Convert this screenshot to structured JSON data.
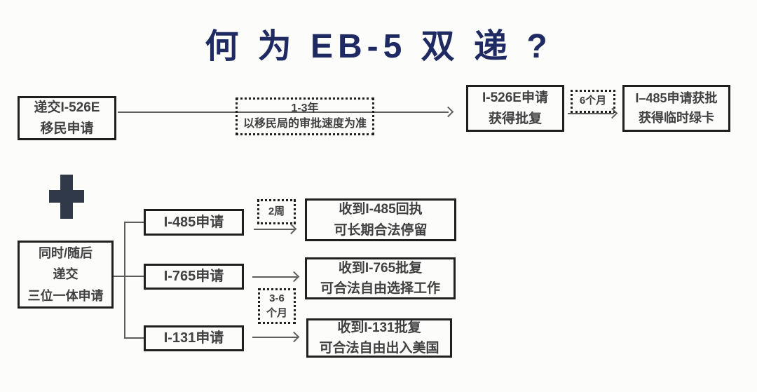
{
  "title": "何 为 EB-5 双 递 ?",
  "colors": {
    "title_navy": "#1f2a63",
    "box_border": "#1f1f1f",
    "box_text": "#404040",
    "arrow_line": "#5e5e5e",
    "plus_sign": "#30394a",
    "background": "#fcfcfb"
  },
  "top_flow": {
    "submit_box": {
      "line1": "递交I-526E",
      "line2": "移民申请"
    },
    "processing_time_box": {
      "line1": "1-3年",
      "line2": "以移民局的审批速度为准"
    },
    "approval_box": {
      "line1": "I-526E申请",
      "line2": "获得批复"
    },
    "six_months_label": "6个月",
    "green_card_box": {
      "line1": "I–485申请获批",
      "line2": "获得临时绿卡"
    }
  },
  "bottom_flow": {
    "trio_box": {
      "line1": "同时/随后",
      "line2": "递交",
      "line3": "三位一体申请"
    },
    "two_weeks_label": "2周",
    "three_six_months_label": {
      "line1": "3-6",
      "line2": "个月"
    },
    "rows": [
      {
        "application": "I-485申请",
        "result_line1": "收到I-485回执",
        "result_line2": "可长期合法停留"
      },
      {
        "application": "I-765申请",
        "result_line1": "收到I-765批复",
        "result_line2": "可合法自由选择工作"
      },
      {
        "application": "I-131申请",
        "result_line1": "收到I-131批复",
        "result_line2": "可合法自由出入美国"
      }
    ]
  }
}
